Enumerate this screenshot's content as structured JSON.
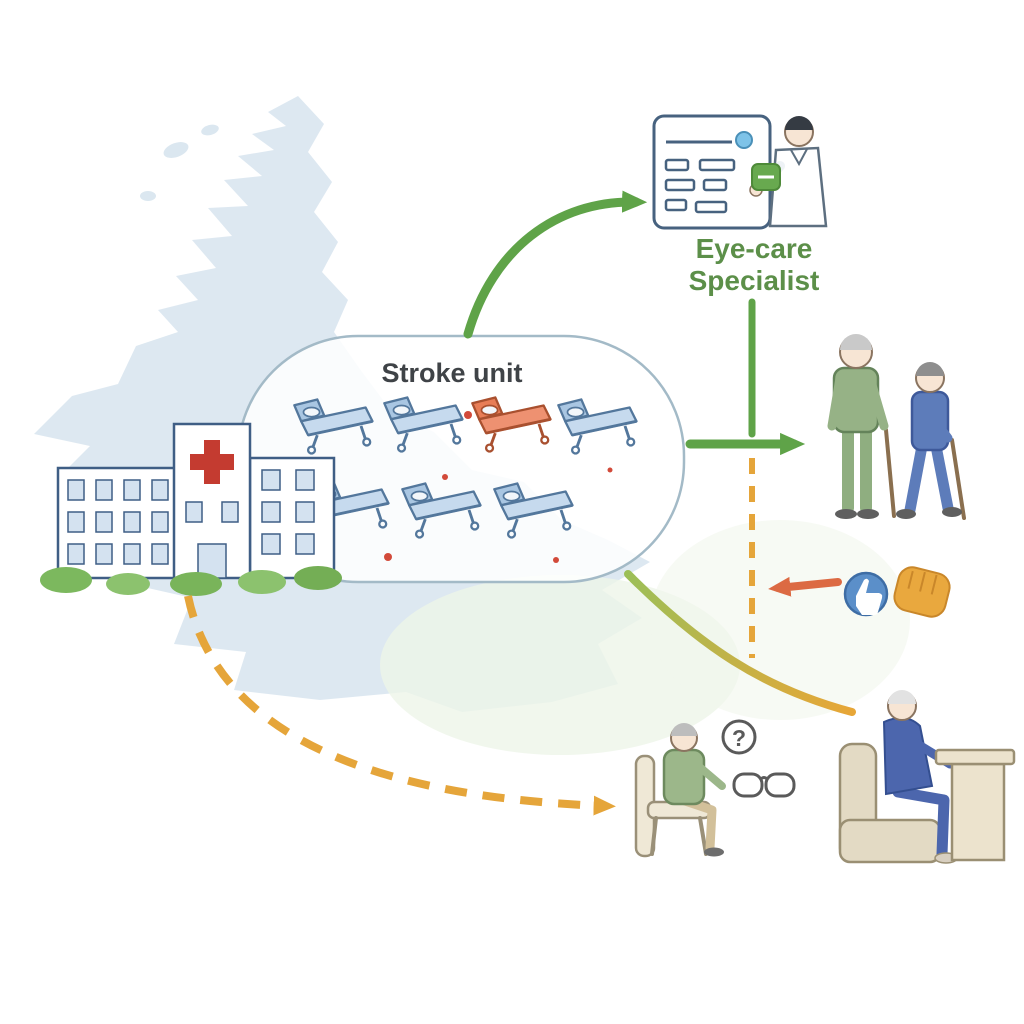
{
  "labels": {
    "stroke_unit": "Stroke unit",
    "eye_care_line1": "Eye-care",
    "eye_care_line2": "Specialist",
    "question_mark": "?"
  },
  "stroke_unit": {
    "beds_total": 7,
    "beds_rows": [
      4,
      3
    ],
    "highlighted_bed": "third bed, top row"
  },
  "icons": {
    "red_cross": "✚",
    "thumbs_up": "👍",
    "question_mark": "?",
    "glasses": "👓",
    "checklist": "▤"
  },
  "colors": {
    "map_fill": "#dbe7f0",
    "green_arrow": "#5fa348",
    "eye_care_text": "#5c8f49",
    "stroke_unit_text": "#3f4347",
    "orange_dashed": "#e5a53a",
    "orange_feedback_arrow": "#dc6a43",
    "yellow_curve_start": "#9cbf58",
    "yellow_curve_end": "#e7a637",
    "bed_blue": "#c6daee",
    "bed_red": "#ee9171",
    "red_cross": "#c43b30",
    "bubble_stroke": "#a3bac7",
    "checklist_dot": "#7ec3e8",
    "doctor_device": "#68a94f",
    "thumb_circle": "#5b8fc9",
    "thumb_hand": "#e9a83e"
  }
}
